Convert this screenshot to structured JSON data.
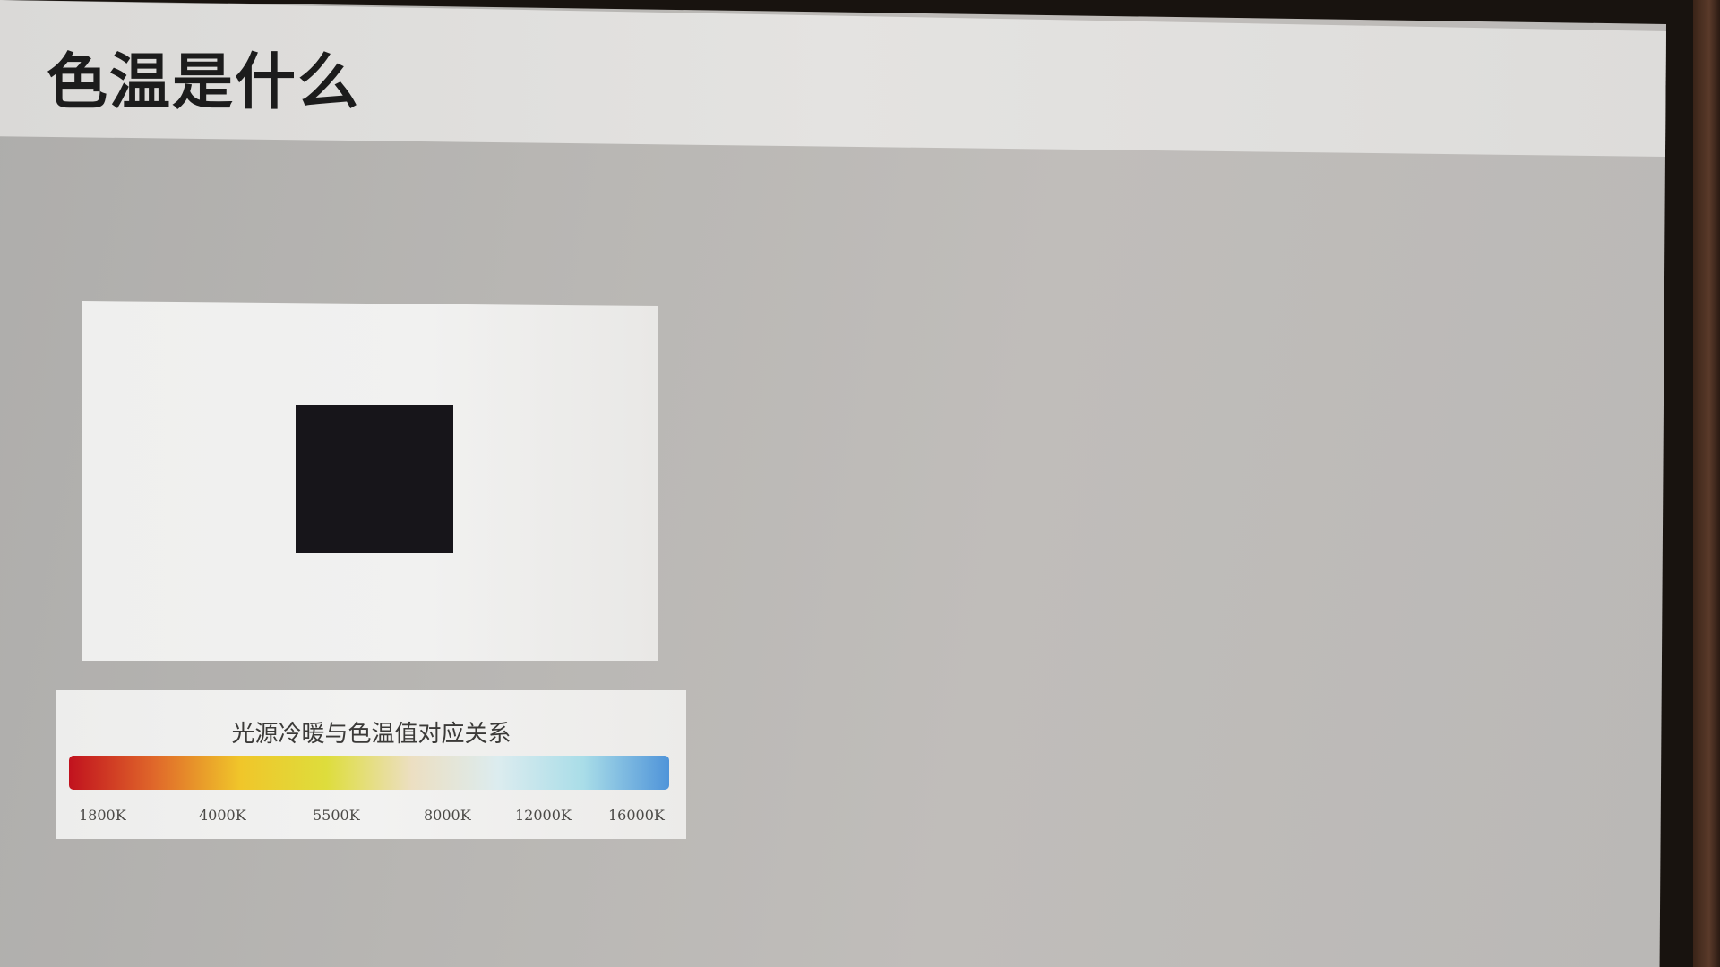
{
  "slide": {
    "title": "色温是什么"
  },
  "color_temperature_scale": {
    "title": "光源冷暖与色温值对应关系",
    "ticks": [
      "1800K",
      "4000K",
      "5500K",
      "8000K",
      "12000K",
      "16000K"
    ],
    "gradient_colors": [
      "#c1121e",
      "#e0682a",
      "#f0c62a",
      "#dedd3c",
      "#ecdfc2",
      "#dcecef",
      "#a9dde8",
      "#4f94d9"
    ]
  }
}
